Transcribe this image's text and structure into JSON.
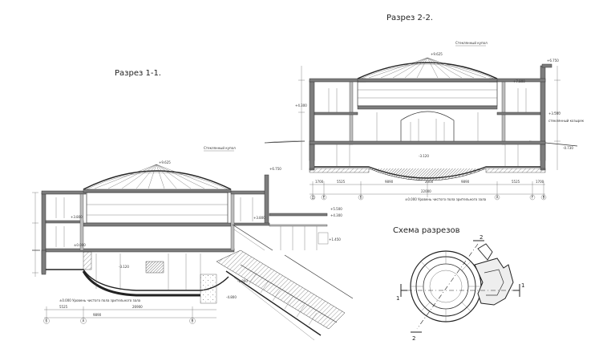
{
  "titles": {
    "section_1": "Разрез 1-1.",
    "section_2": "Разрез 2-2.",
    "scheme": "Схема разрезов"
  },
  "annotations": {
    "glass_dome": "Стеклянный купол",
    "glass_canopy": "стеклянный козырек",
    "mark_floor_s1": "±0.000 Уровень чистого пола зрительного зала",
    "mark_floor_s2": "±0.000 Уровень чистого пола зрительного зала"
  },
  "elevations_s1": [
    "+9.625",
    "+6.750",
    "+5.500",
    "+4.300",
    "+3.800",
    "±0.000",
    "+1.450",
    "-3.120",
    "-1.800",
    "-4.800",
    "+3.800"
  ],
  "elevations_s2": [
    "+9.625",
    "+6.750",
    "+7.800",
    "+4.300",
    "+3.500",
    "-3.120",
    "-0.730"
  ],
  "dims_s1": [
    "5525",
    "9890",
    "26900"
  ],
  "dims_s2": [
    "1700",
    "5525",
    "9890",
    "2000",
    "9890",
    "5525",
    "1700",
    "22000"
  ],
  "axes_s1": [
    "Б",
    "А",
    "В"
  ],
  "axes_s2": [
    "Д",
    "Е",
    "Б",
    "А",
    "Г",
    "В"
  ],
  "scheme_marks": [
    "1",
    "1",
    "2",
    "2"
  ]
}
